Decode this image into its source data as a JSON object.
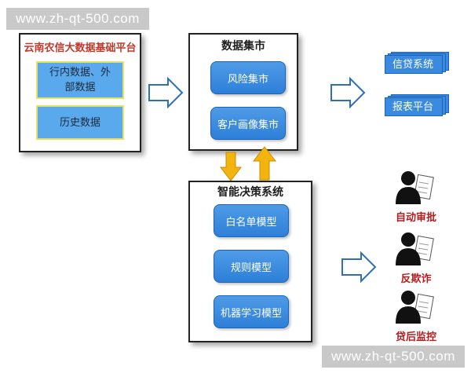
{
  "watermark": {
    "text": "www.zh-qt-500.com"
  },
  "source_panel": {
    "title": "云南农信大数据基础平台",
    "boxes": [
      "行内数据、外部数据",
      "历史数据"
    ]
  },
  "data_mart": {
    "title": "数据集市",
    "buttons": [
      "风险集市",
      "客户画像集市"
    ]
  },
  "decision_system": {
    "title": "智能决策系统",
    "buttons": [
      "白名单模型",
      "规则模型",
      "机器学习模型"
    ]
  },
  "outputs": [
    "信贷系统",
    "报表平台"
  ],
  "actions": [
    "自动审批",
    "反欺诈",
    "贷后监控"
  ],
  "colors": {
    "accent_blue": "#3a8be0",
    "arrow_orange": "#f4b40f",
    "label_red": "#b01e1e"
  }
}
